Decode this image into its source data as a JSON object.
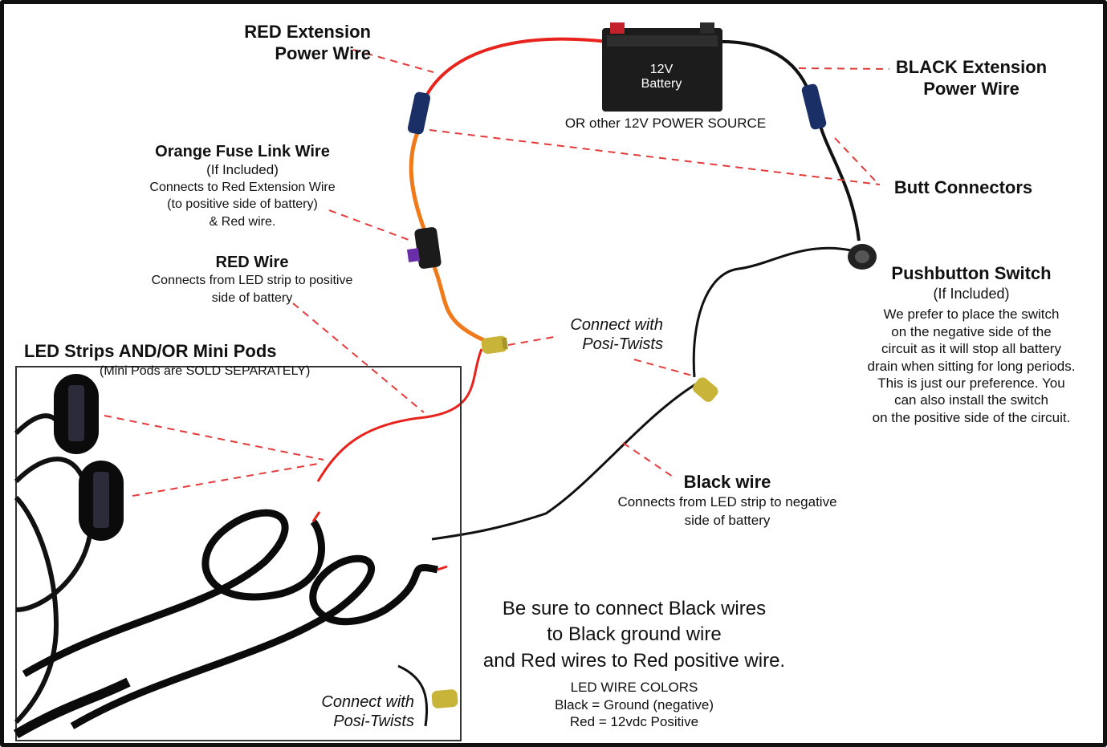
{
  "battery": {
    "voltage": "12V",
    "name": "Battery",
    "alt_source": "OR other 12V POWER SOURCE"
  },
  "red_extension": {
    "line1": "RED Extension",
    "line2": "Power Wire"
  },
  "black_extension": {
    "line1": "BLACK Extension",
    "line2": "Power Wire"
  },
  "butt_connectors": "Butt Connectors",
  "fuse_link": {
    "title": "Orange Fuse Link Wire",
    "note": "(If Included)",
    "desc": [
      "Connects to Red Extension Wire",
      "(to positive side of battery)",
      "& Red wire."
    ]
  },
  "red_wire": {
    "title": "RED Wire",
    "desc": [
      "Connects from LED strip to positive",
      "side of battery"
    ]
  },
  "pushbutton": {
    "title": "Pushbutton Switch",
    "note": "(If Included)",
    "desc": [
      "We prefer to place the switch",
      "on the negative side of the",
      "circuit as it will stop all battery",
      "drain when sitting for long periods.",
      "This is just our preference. You",
      "can also install the switch",
      "on the positive side of the circuit."
    ]
  },
  "posi_twist_top": {
    "line1": "Connect with",
    "line2": "Posi-Twists"
  },
  "posi_twist_bottom": {
    "line1": "Connect with",
    "line2": "Posi-Twists"
  },
  "led_strips": {
    "title": "LED Strips AND/OR Mini Pods",
    "note": "(Mini Pods are SOLD SEPARATELY)"
  },
  "black_wire": {
    "title": "Black wire",
    "desc": [
      "Connects from LED strip to negative",
      "side of battery"
    ]
  },
  "instructions": [
    "Be sure to connect Black wires",
    "to Black ground wire",
    "and Red wires to Red positive wire."
  ],
  "wire_colors": {
    "title": "LED WIRE COLORS",
    "lines": [
      "Black = Ground (negative)",
      "Red = 12vdc Positive"
    ]
  },
  "colors": {
    "red_wire": "#e8221c",
    "black_wire": "#111111",
    "orange_wire": "#f07a1a",
    "connector_blue": "#1a2f66",
    "posi_twist": "#c9b43a",
    "leader": "#e33b3b"
  }
}
